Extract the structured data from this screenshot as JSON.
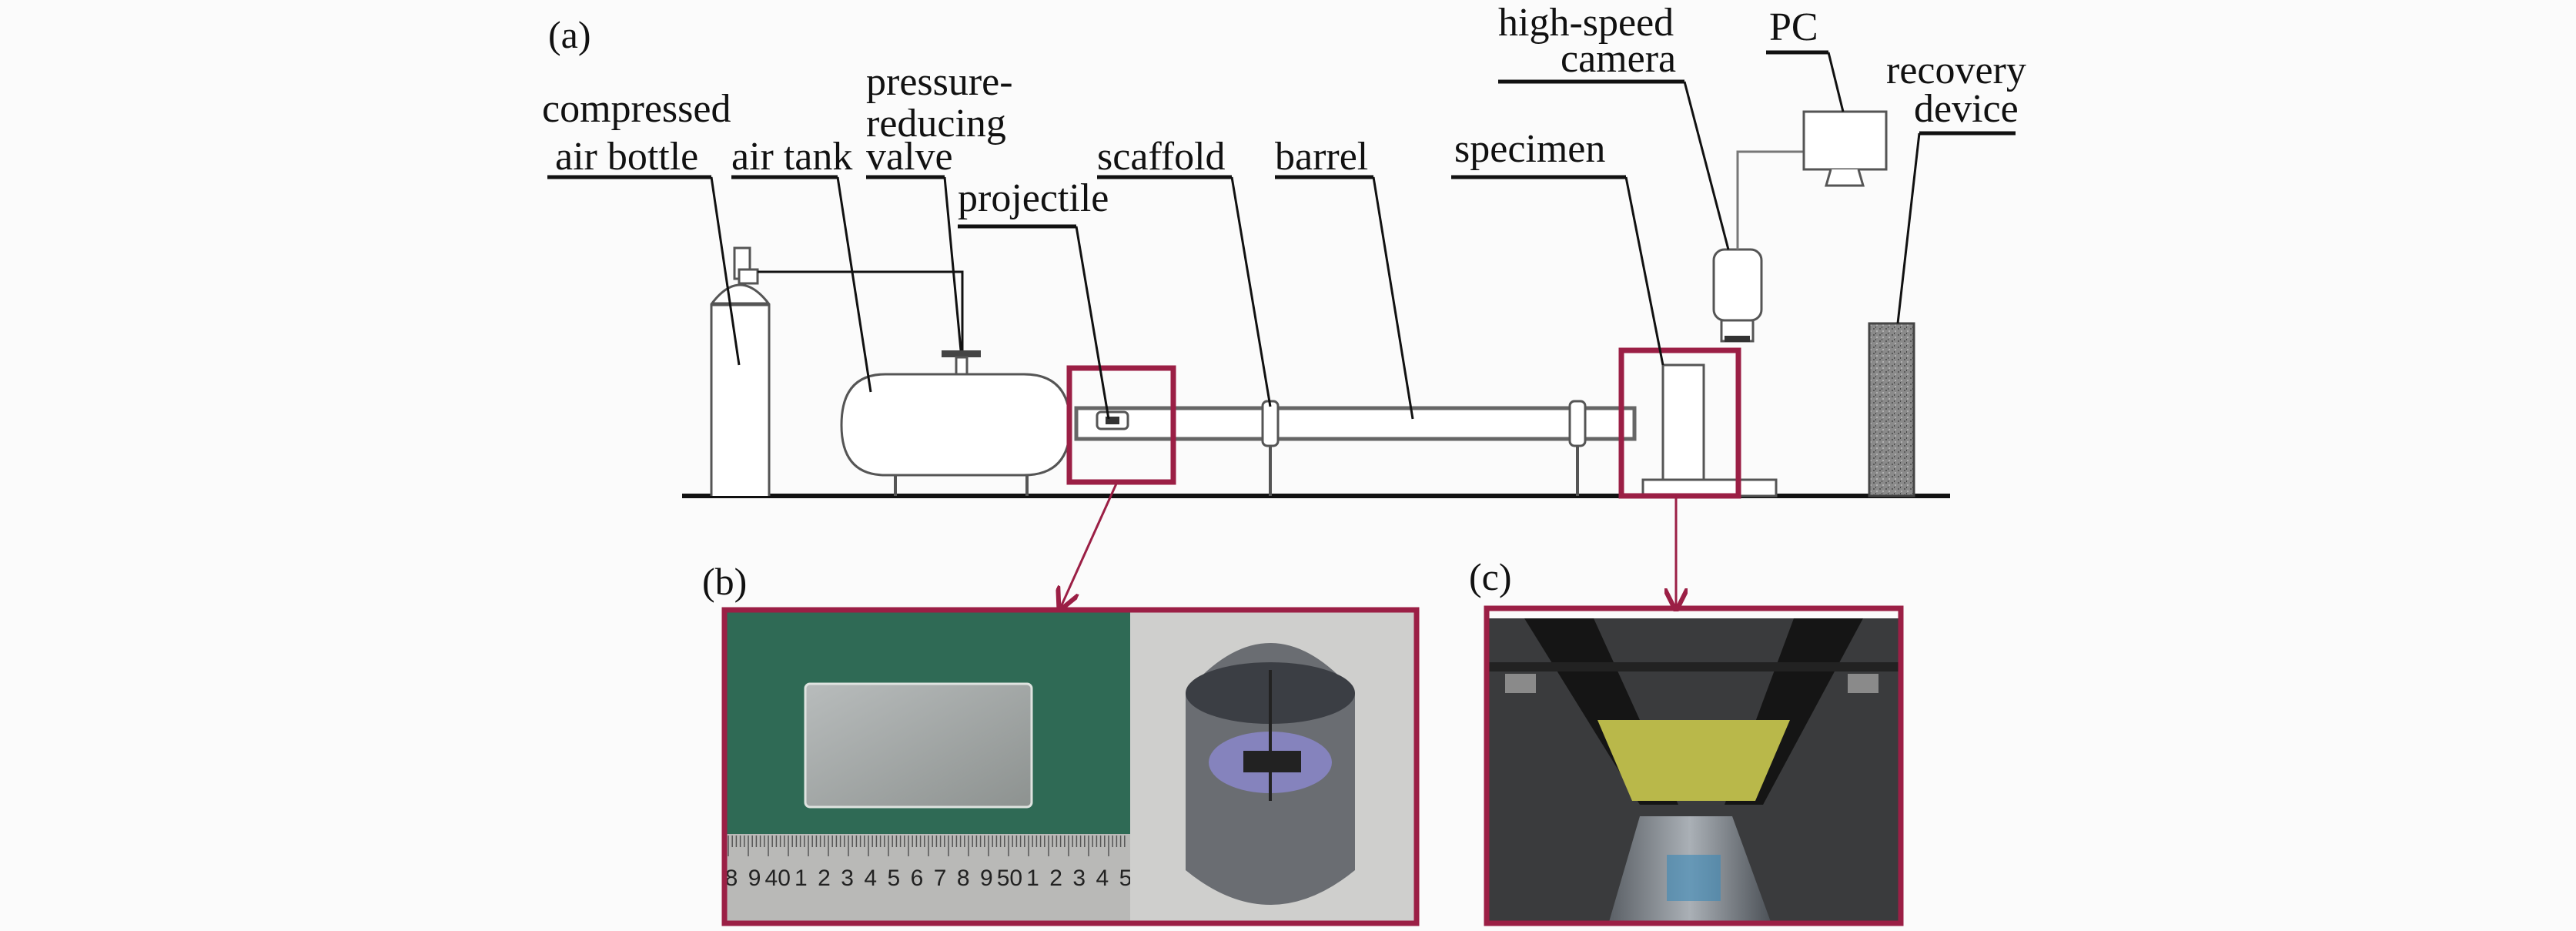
{
  "panels": {
    "a": "(a)",
    "b": "(b)",
    "c": "(c)"
  },
  "labels": {
    "compressed_air_bottle": [
      "compressed",
      "air bottle"
    ],
    "air_tank": "air tank",
    "pressure_reducing_valve": [
      "pressure-",
      "reducing",
      "valve"
    ],
    "projectile": "projectile",
    "scaffold": "scaffold",
    "barrel": "barrel",
    "specimen": "specimen",
    "high_speed_camera": [
      "high-speed",
      "camera"
    ],
    "pc": "PC",
    "recovery_device": [
      "recovery",
      "device"
    ]
  },
  "ruler_digits": [
    "8",
    "9",
    "40",
    "1",
    "2",
    "3",
    "4",
    "5",
    "6",
    "7",
    "8",
    "9",
    "50",
    "1",
    "2",
    "3",
    "4",
    "5"
  ],
  "colors": {
    "highlight": "#9b1f45",
    "mat_green": "#2f6a55",
    "specimen_yellow": "#b9b84a"
  }
}
